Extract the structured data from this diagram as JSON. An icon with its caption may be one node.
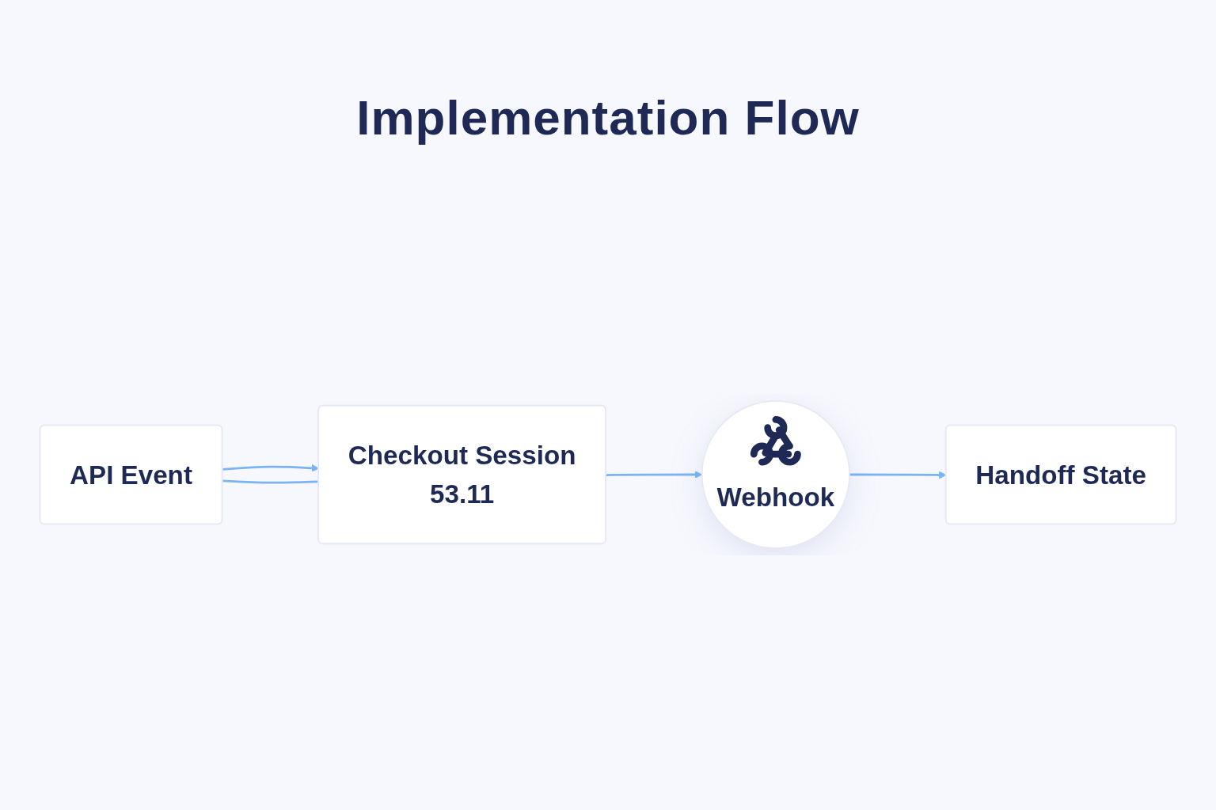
{
  "diagram": {
    "title": "Implementation Flow",
    "nodes": [
      {
        "text": [
          "API Event"
        ]
      },
      {
        "text": [
          "Checkout Session",
          "53.11"
        ]
      },
      {
        "text": [
          "Webhook"
        ]
      },
      {
        "text": [
          "Handoff State"
        ]
      }
    ],
    "edges": [
      {
        "from": 0,
        "to": 1,
        "arrow": "to"
      },
      {
        "from": 0,
        "to": 1,
        "arrow": "none"
      },
      {
        "from": 1,
        "to": 2,
        "arrow": "to"
      },
      {
        "from": 2,
        "to": 3,
        "arrow": "to"
      }
    ]
  }
}
